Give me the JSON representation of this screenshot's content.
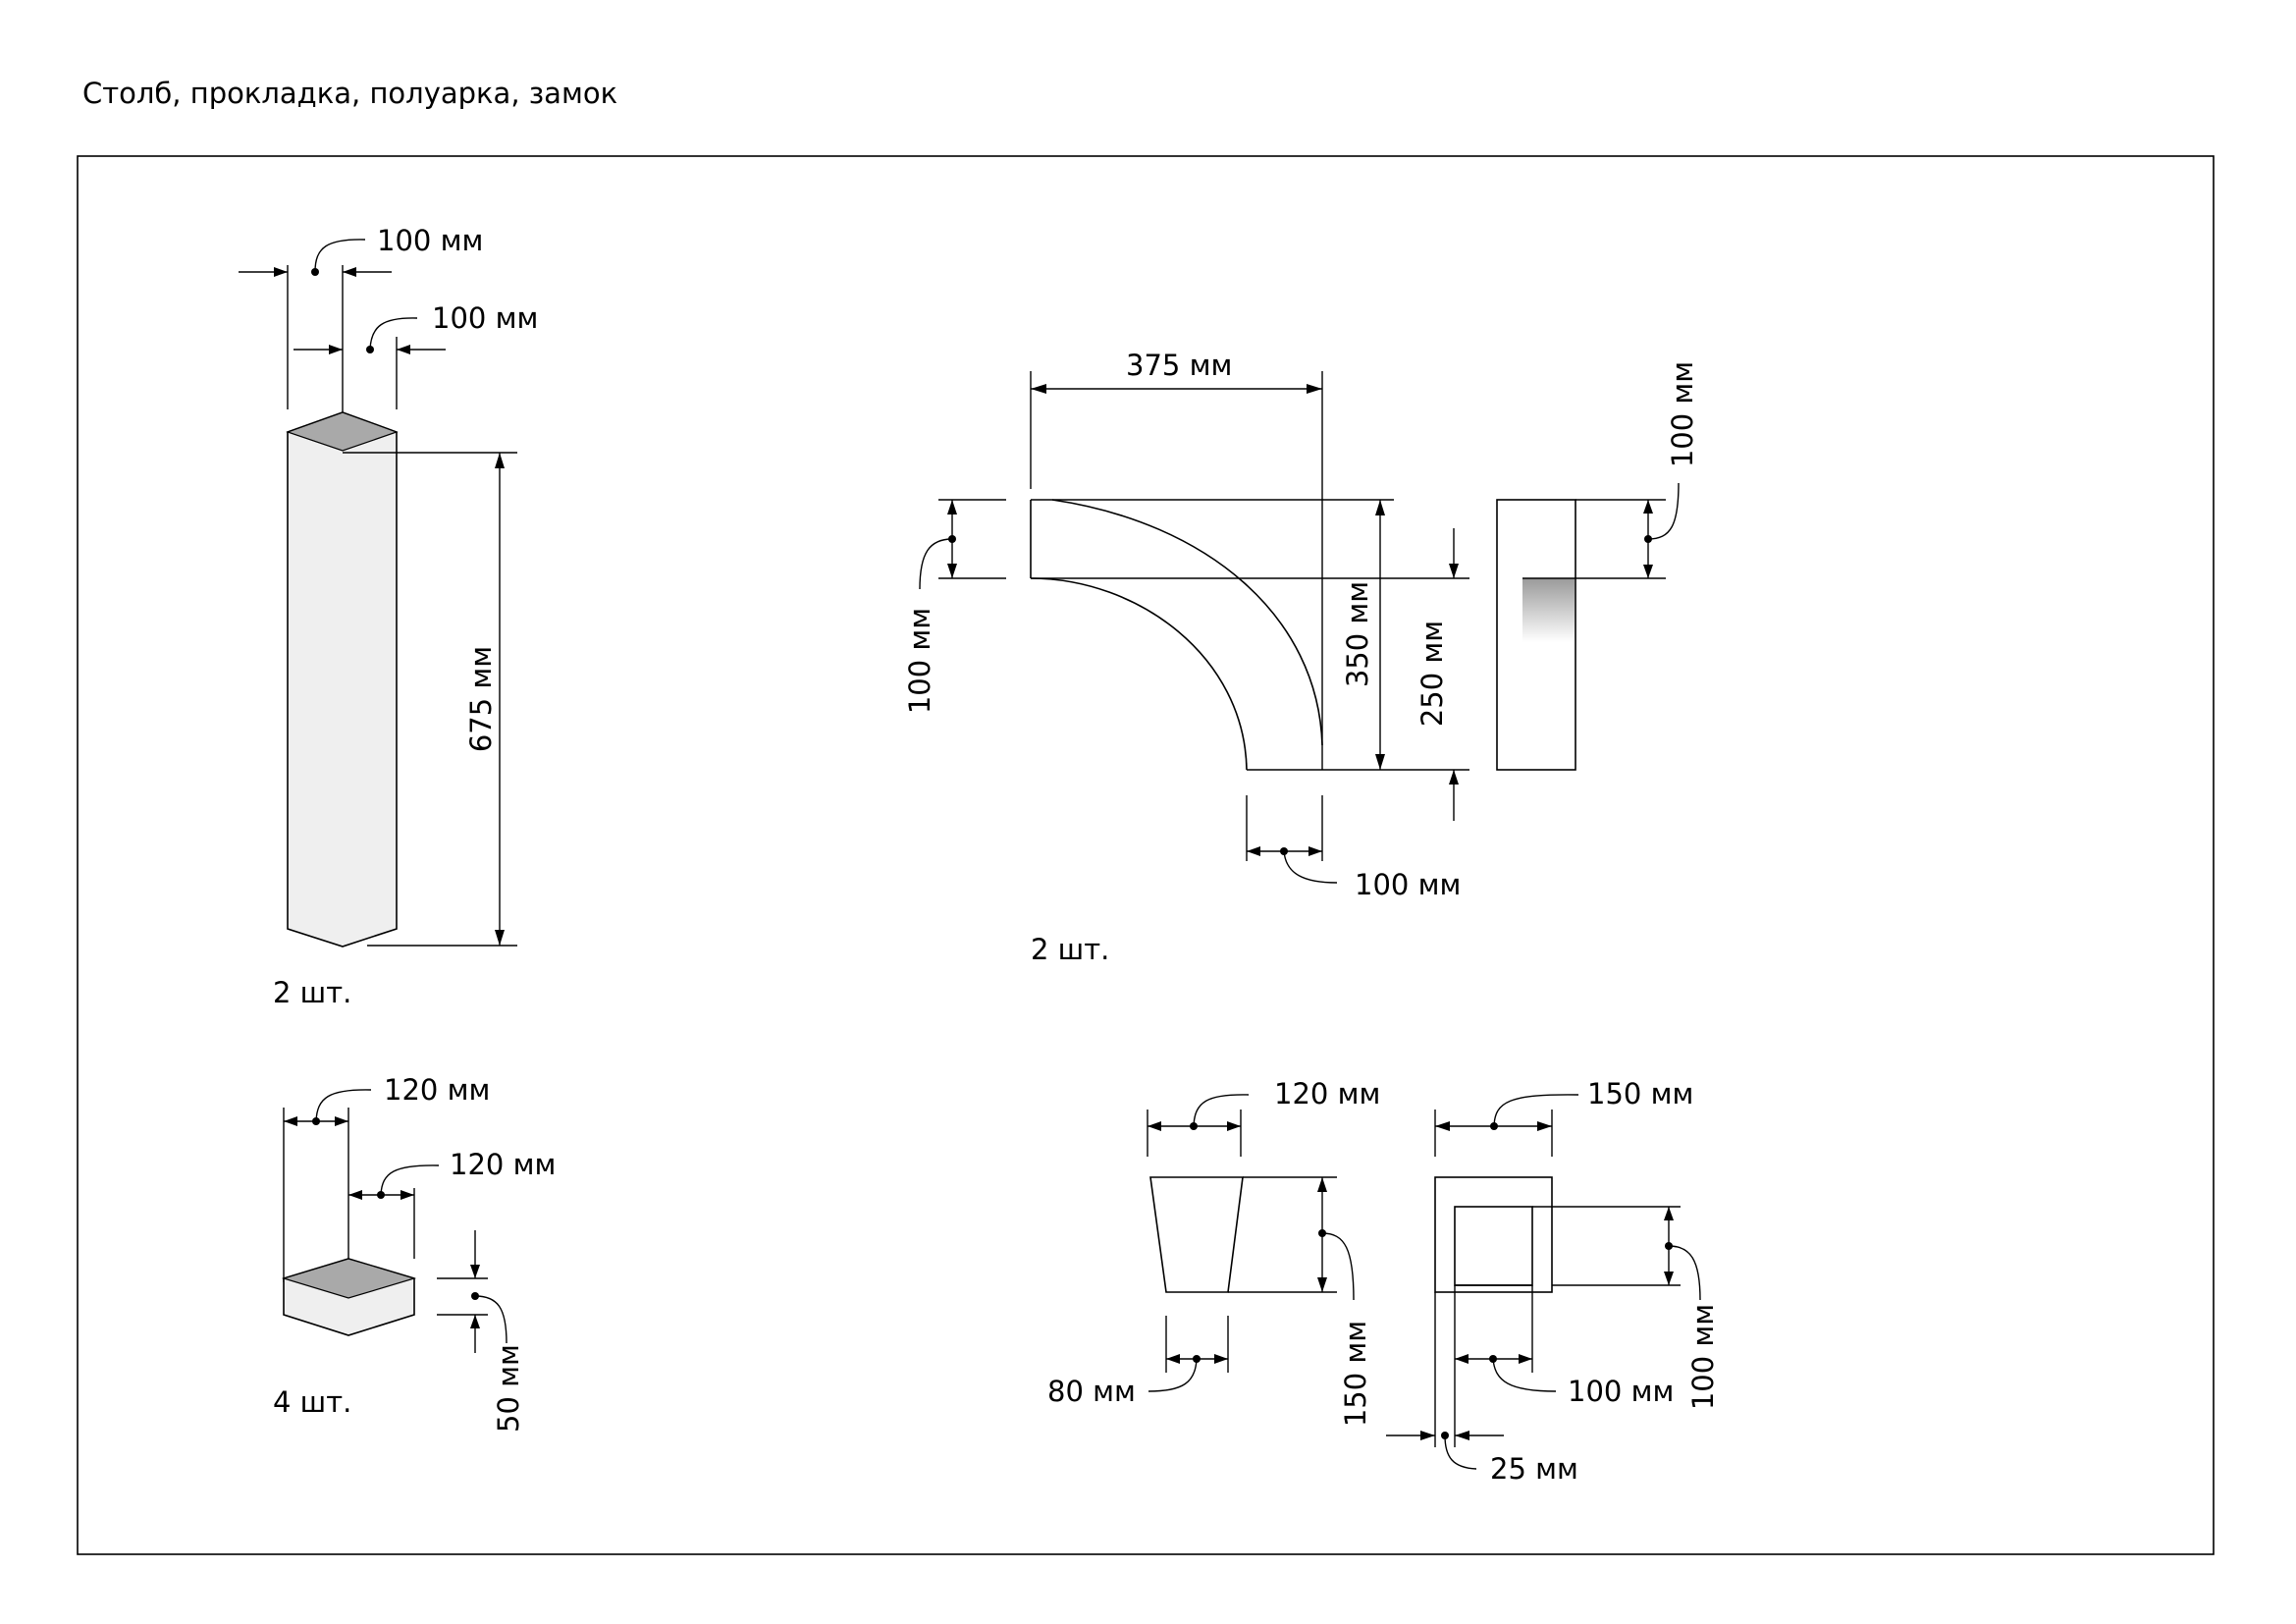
{
  "title": "Столб, прокладка, полуарка, замок",
  "parts": {
    "column": {
      "dim_width_a": "100 мм",
      "dim_width_b": "100 мм",
      "dim_height": "675 мм",
      "quantity": "2 шт."
    },
    "spacer": {
      "dim_width_a": "120 мм",
      "dim_width_b": "120 мм",
      "dim_height": "50 мм",
      "quantity": "4 шт."
    },
    "half_arch": {
      "dim_span": "375 мм",
      "dim_top_thickness": "100 мм",
      "dim_total_height": "350 мм",
      "dim_lower_height": "250 мм",
      "dim_bottom_width": "100 мм",
      "dim_side_thickness": "100 мм",
      "quantity": "2 шт."
    },
    "keystone": {
      "dim_top_width": "120 мм",
      "dim_bottom_width": "80 мм",
      "dim_height": "150 мм",
      "dim_side_width": "150 мм",
      "dim_side_inner": "100 мм",
      "dim_side_height": "100 мм",
      "dim_side_offset": "25 мм"
    }
  }
}
